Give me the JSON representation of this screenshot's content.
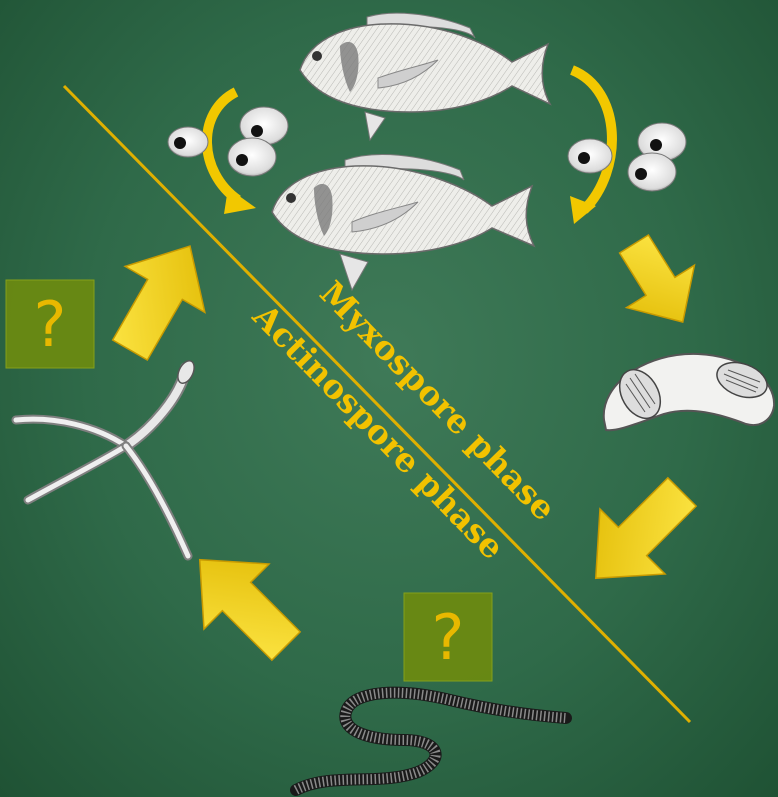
{
  "labels": {
    "myxospore": "Myxospore phase",
    "actinospore": "Actinospore phase",
    "unknown_left": "?",
    "unknown_bottom": "?"
  },
  "colors": {
    "background": "#2f6a49",
    "divider_line": "#e0b000",
    "arrow_fill": "#f2d000",
    "question_box": "#6b8a12"
  },
  "icons": [
    "fish-upper",
    "fish-lower",
    "eggs-left",
    "eggs-right",
    "myxospore",
    "actinospore-triactinomyxon",
    "oligochaete-worm"
  ]
}
